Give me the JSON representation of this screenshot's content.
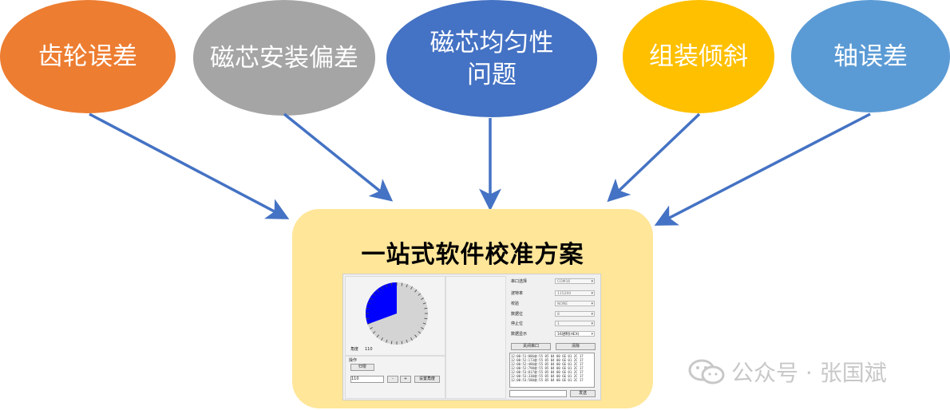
{
  "colors": {
    "gear_error": "#ed7d31",
    "core_install": "#a5a5a5",
    "core_uniformity": "#4472c4",
    "assembly_tilt": "#ffc000",
    "shaft_error": "#5b9bd5",
    "center_box": "#ffe699",
    "arrow": "#4472c4"
  },
  "causes": [
    {
      "label": "齿轮误差"
    },
    {
      "label": "磁芯安装偏差"
    },
    {
      "label_line1": "磁芯均匀性",
      "label_line2": "问题"
    },
    {
      "label": "组装倾斜"
    },
    {
      "label": "轴误差"
    }
  ],
  "solution": {
    "title": "一站式软件校准方案"
  },
  "software": {
    "angle_label": "角度",
    "angle_value": "110",
    "angle_fraction": 0.306,
    "group_label": "操作",
    "zero_button": "归零",
    "angle_input": "110",
    "minus_button": "-",
    "plus_button": "+",
    "set_angle_button": "设置角度",
    "settings": [
      {
        "label": "串口选择",
        "value": "COM16"
      },
      {
        "label": "波特率",
        "value": "115200"
      },
      {
        "label": "校验",
        "value": "NONE"
      },
      {
        "label": "数据位",
        "value": "8"
      },
      {
        "label": "停止位",
        "value": "1"
      },
      {
        "label": "数据显示",
        "value": "16进制(HEX)"
      }
    ],
    "close_port_button": "关闭串口",
    "clear_button": "清除",
    "log_lines": [
      "12:00:51:886收:55 05 04 00 6E 01 2C 17",
      "12:00:52:173收:55 05 04 00 6E 01 2C 17",
      "12:00:52:486收:55 05 04 00 6E 01 2C 17",
      "12:00:52:798收:55 05 04 00 6E 01 2C 17",
      "12:00:53:017收:55 05 04 00 6E 01 2C 17",
      "12:00:53:330收:55 05 04 00 6E 01 2C 17",
      "12:00:53:580收:55 05 04 00 6E 01 2C 17"
    ],
    "send_button": "发送"
  },
  "watermark": {
    "icon": "wechat-icon",
    "text": "公众号 · 张国斌"
  }
}
